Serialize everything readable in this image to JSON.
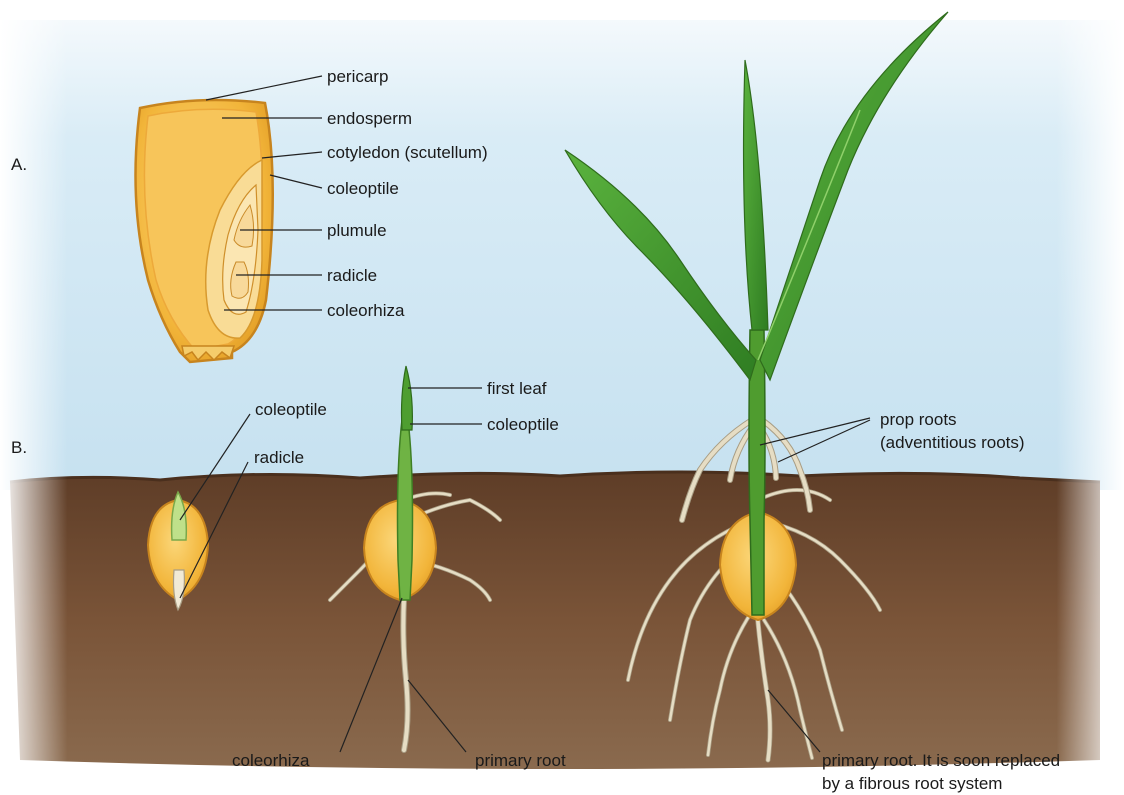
{
  "sections": {
    "a": "A.",
    "b": "B."
  },
  "kernel_labels": {
    "pericarp": "pericarp",
    "endosperm": "endosperm",
    "cotyledon": "cotyledon (scutellum)",
    "coleoptile": "coleoptile",
    "plumule": "plumule",
    "radicle": "radicle",
    "coleorhiza": "coleorhiza"
  },
  "stage1_labels": {
    "coleoptile": "coleoptile",
    "radicle": "radicle"
  },
  "stage2_labels": {
    "first_leaf": "first leaf",
    "coleoptile": "coleoptile",
    "coleorhiza": "coleorhiza",
    "primary_root": "primary root"
  },
  "stage3_labels": {
    "prop_roots_line1": "prop roots",
    "prop_roots_line2": "(adventitious roots)",
    "primary_root_line1": "primary root. It is soon replaced",
    "primary_root_line2": "by a fibrous root system"
  },
  "colors": {
    "sky": "#cfe6f3",
    "soil": "#6e4a32",
    "kernel": "#f3b63a",
    "leaf": "#3f9a2e",
    "root": "#e6ddc4"
  }
}
